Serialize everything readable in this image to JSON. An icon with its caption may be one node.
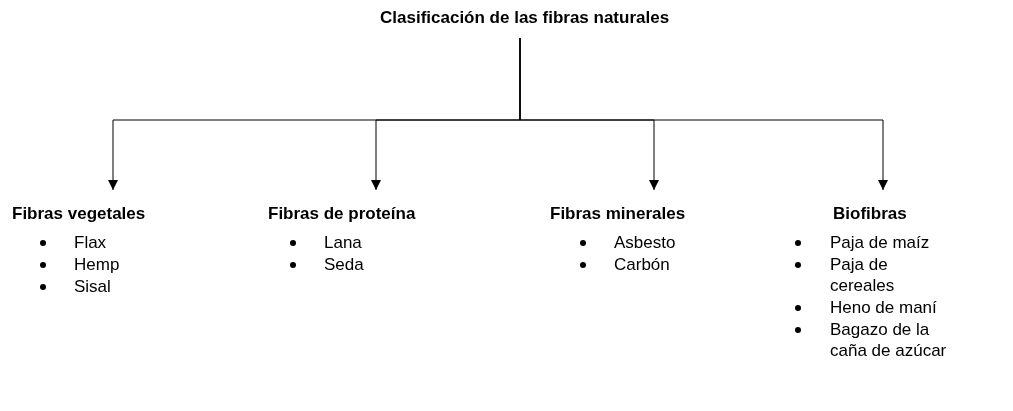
{
  "diagram": {
    "nodes": [
      {
        "text": [
          "Clasificación de las fibras naturales"
        ]
      },
      {
        "text": [
          "Fibras vegetales",
          "Flax",
          "Hemp",
          "Sisal"
        ]
      },
      {
        "text": [
          "Fibras de proteína",
          "Lana",
          "Seda"
        ]
      },
      {
        "text": [
          "Fibras minerales",
          "Asbesto",
          "Carbón"
        ]
      },
      {
        "text": [
          "Biofibras",
          "Paja de maíz",
          "Paja de cereales",
          "Heno de maní",
          "Bagazo de la caña de azúcar"
        ]
      }
    ],
    "edges": [
      {
        "from": 0,
        "to": 1,
        "arrow": "to"
      },
      {
        "from": 0,
        "to": 2,
        "arrow": "to"
      },
      {
        "from": 0,
        "to": 3,
        "arrow": "to"
      },
      {
        "from": 0,
        "to": 4,
        "arrow": "to"
      }
    ]
  }
}
